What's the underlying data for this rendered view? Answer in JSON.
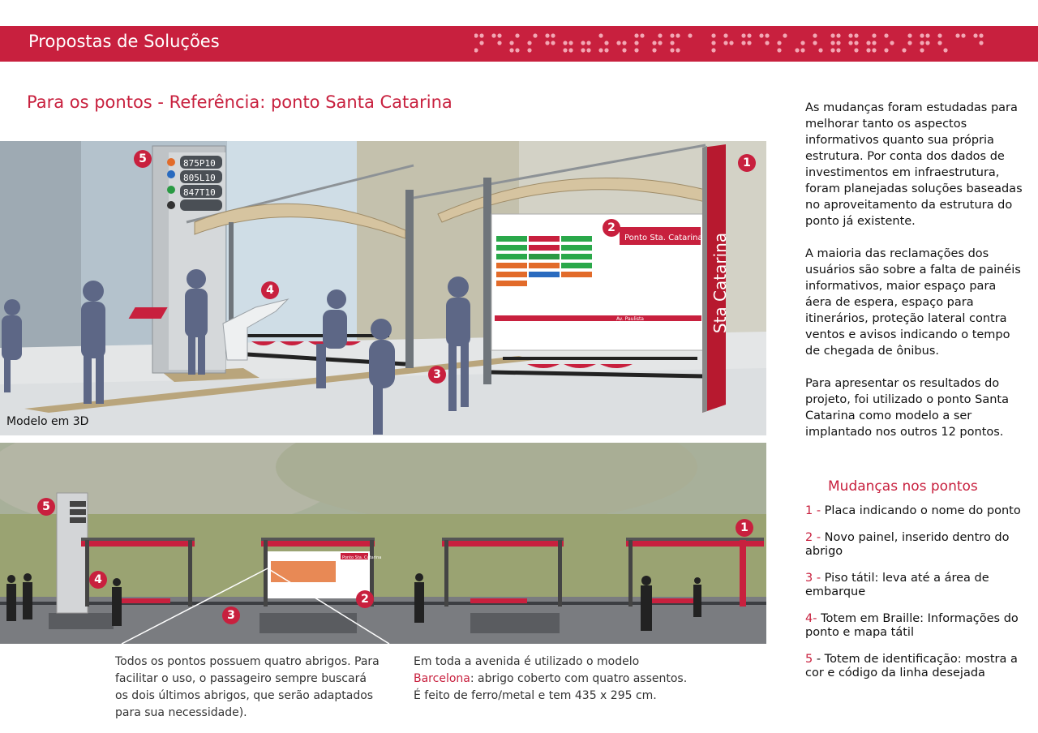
{
  "header": {
    "title": "Propostas de Soluções"
  },
  "section_title": "Para os pontos - Referência: ponto Santa Catarina",
  "scene_top": {
    "label": "Modelo em 3D",
    "totem_codes": [
      "875P10",
      "805L10",
      "847T10"
    ],
    "sign_text": "Sta Catarina",
    "panel_title": "Ponto Sta. Catarina",
    "street_label": "Av. Paulista",
    "markers": [
      "1",
      "2",
      "3",
      "4",
      "5"
    ]
  },
  "scene_bottom": {
    "panel_title": "Ponto Sta. Catarina",
    "markers": [
      "1",
      "2",
      "3",
      "4",
      "5"
    ]
  },
  "captions": {
    "left": "Todos os pontos possuem quatro abrigos. Para facilitar o uso, o passageiro sempre buscará os dois últimos abrigos, que serão adaptados para sua necessidade).",
    "right_prefix": "Em toda a avenida é utilizado o modelo",
    "right_highlight": "Barcelona",
    "right_suffix": ": abrigo coberto com quatro assentos. É feito de ferro/metal e tem 435 x 295 cm."
  },
  "sidebar": {
    "paragraphs": [
      "As mudanças foram estudadas para melhorar tanto os aspectos informativos quanto sua própria estrutura. Por conta dos dados de investimentos em infraestrutura, foram planejadas soluções baseadas no aproveitamento da estrutura do ponto já existente.",
      "A maioria das reclamações dos usuários são sobre a falta de painéis informativos, maior espaço para áera de espera, espaço para itinerários, proteção lateral contra ventos e avisos indicando o tempo de chegada de ônibus.",
      "Para apresentar os resultados do projeto, foi utilizado o ponto Santa Catarina como modelo a ser implantado nos outros 12 pontos."
    ],
    "changes_title": "Mudanças nos pontos",
    "changes": [
      {
        "num": "1 -",
        "text": " Placa indicando o nome do ponto"
      },
      {
        "num": "2 -",
        "text": " Novo painel, inserido dentro do abrigo"
      },
      {
        "num": "3 -",
        "text": " Piso tátil: leva até a área de embarque"
      },
      {
        "num": "4-",
        "text": " Totem em Braille: Informações do ponto e mapa tátil"
      },
      {
        "num": "5",
        "text": " - Totem de identificação: mostra a cor e código da linha desejada"
      }
    ]
  },
  "colors": {
    "brand_red": "#c8203e",
    "canopy": "#d6c4a0",
    "wall_green": "#9aa372",
    "person": "#5d6786"
  }
}
